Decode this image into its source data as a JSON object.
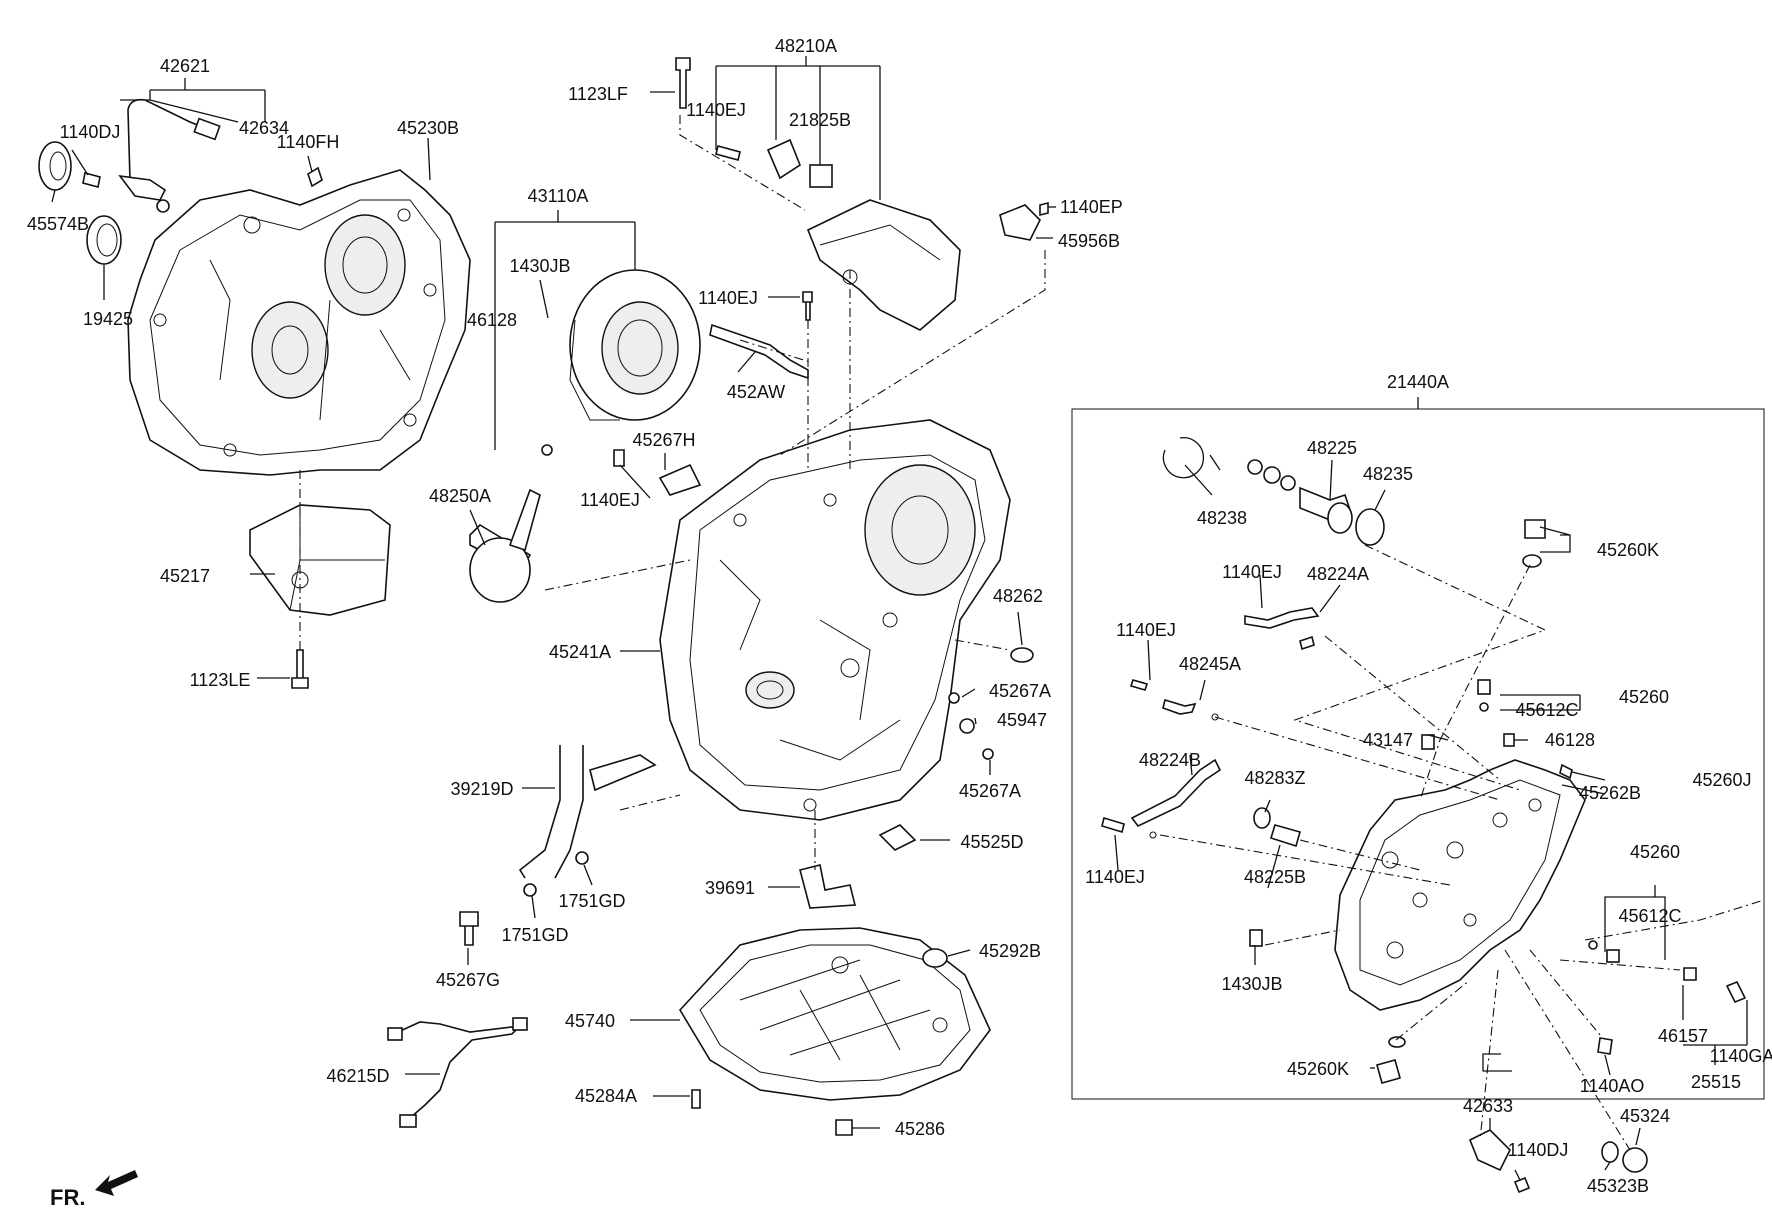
{
  "diagram": {
    "orientation_label": "FR.",
    "part_labels": [
      "42621",
      "42634",
      "1140DJ",
      "1140FH",
      "45230B",
      "45574B",
      "19425",
      "1123LF",
      "48210A",
      "1140EJ",
      "21825B",
      "1140EP",
      "45956B",
      "43110A",
      "1430JB",
      "46128",
      "1140EJ",
      "452AW",
      "45267H",
      "1140EJ",
      "48250A",
      "45217",
      "1123LE",
      "48262",
      "45241A",
      "45267A",
      "45947",
      "45267A",
      "39219D",
      "45525D",
      "39691",
      "1751GD",
      "1751GD",
      "45267G",
      "45292B",
      "45740",
      "46215D",
      "45284A",
      "45286",
      "21440A",
      "48225",
      "48235",
      "48238",
      "45260K",
      "1140EJ",
      "48224A",
      "1140EJ",
      "48245A",
      "45260",
      "45612C",
      "43147",
      "46128",
      "48224B",
      "48283Z",
      "45262B",
      "45260J",
      "1140EJ",
      "48225B",
      "45260",
      "45612C",
      "1430JB",
      "46157",
      "1140GA",
      "45260K",
      "1140AO",
      "25515",
      "42633",
      "45324",
      "1140DJ",
      "45323B"
    ]
  }
}
